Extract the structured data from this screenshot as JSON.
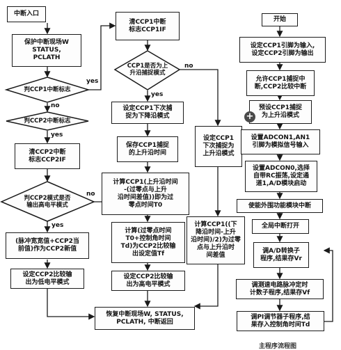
{
  "flowchart": {
    "left": {
      "start": "中断入口",
      "save_context": "保护中断现场W\nSTATUS,\nPCLATH",
      "check_ccp1": "判CCP1中断标志",
      "check_ccp2": "判CCP2中断标志",
      "clear_ccp2if": "清CCP2中断\n标志CCP2IF",
      "check_ccp2_mode": "判CCP2模式是否\n输出高电平模式",
      "pulse_width": "(脉冲宽宽值+CCP2当\n前值)作为CCP2新值",
      "set_ccp2_low": "设定CCP2比较输\n出为低电平模式"
    },
    "middle": {
      "clear_ccp1if": "清CCP1中断\n标志CCP1IF",
      "check_ccp1_rising": "CCP1是否为上\n升沿捕捉模式",
      "set_ccp1_falling": "设定CCP1下次捕\n捉为下降沿模式",
      "save_rising": "保存CCP1捕捉\n的上升沿时间",
      "calc_ccp1": "计算CCP1(上升沿时间\n-(过零点与上升\n沿时间差值))即为过\n零点时间T0",
      "calc_compare": "计算(过零点时间\nT0+控制角时间\nTd)为CCP2比较输\n出设定值Tf",
      "set_ccp2_high": "设定CCP2比较输\n出为高电平模式",
      "set_ccp1_rising": "设定CCP1\n下次捕捉为\n上升沿模式",
      "calc_ccp1_fall": "计算CCP1((下\n降沿时间-上升\n沿时间)/2)为过零\n点与上升沿时\n间差值",
      "restore": "恢复中断现场W, STATUS,\nPCLATH, 中断返回"
    },
    "right": {
      "start": "开始",
      "set_ports": "设定CCP1引脚为输入,\n设定CCP2引脚为输出",
      "enable_int": "允许CCP1捕捉中\n断,CCP2比较中断",
      "preset_ccp1": "预设CCP1捕捉\n为上升沿模式",
      "set_adcon1": "设置ADCON1,AN1\n引脚为模拟信号输入",
      "set_adcon0": "设置ADCON0,选择\n自带RC振荡,设定通\n道1,A/D模块启动",
      "enable_periph": "使能外围功能模块中断",
      "enable_global": "全局中断打开",
      "ad_convert": "调A/D转换子\n程序,结果存Vr",
      "debounce": "调测速电路脉冲定时\n计数子程序,结果存Vf",
      "pi_adjust": "调PI调节器子程序,结\n果存入控制角时间Td"
    },
    "labels": {
      "yes": "yes",
      "no": "no"
    },
    "caption": "主程序流程图"
  }
}
